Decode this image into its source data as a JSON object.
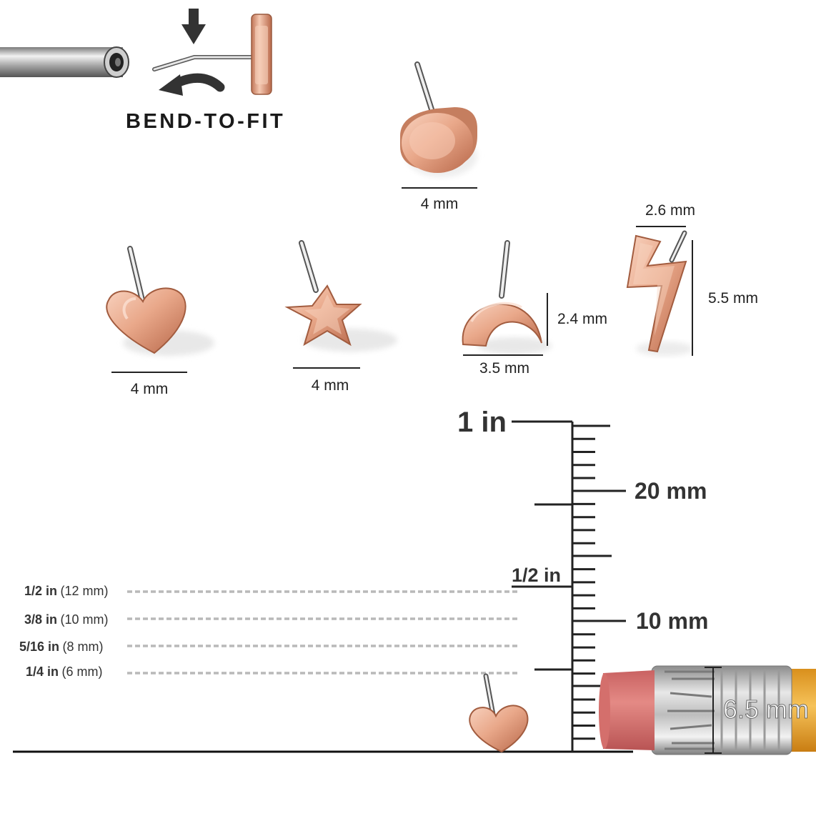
{
  "bend_to_fit": {
    "label": "BEND-TO-FIT",
    "icons": [
      "down-arrow-icon",
      "curved-left-arrow-icon"
    ]
  },
  "items": [
    {
      "shape": "round",
      "label": "4 mm"
    },
    {
      "shape": "heart",
      "label": "4 mm"
    },
    {
      "shape": "star",
      "label": "4 mm"
    },
    {
      "shape": "crescent-moon",
      "width_label": "3.5 mm",
      "height_label": "2.4 mm"
    },
    {
      "shape": "lightning-bolt",
      "width_label": "2.6 mm",
      "height_label": "5.5 mm"
    }
  ],
  "scale": {
    "inch_label": "1 in",
    "half_inch_label": "1/2 in",
    "mm20_label": "20 mm",
    "mm10_label": "10 mm",
    "pencil_label": "6.5 mm"
  },
  "lengths": [
    {
      "inch": "1/2 in",
      "mm": "(12 mm)"
    },
    {
      "inch": "3/8 in",
      "mm": "(10 mm)"
    },
    {
      "inch": "5/16 in",
      "mm": "(8 mm)"
    },
    {
      "inch": "1/4 in",
      "mm": "(6 mm)"
    }
  ],
  "colors": {
    "rose_gold": "#e9a88a",
    "rose_gold_dark": "#b8684a",
    "steel": "#c9c9c9",
    "eraser": "#dd7b7b",
    "pencil": "#f0b43a"
  }
}
